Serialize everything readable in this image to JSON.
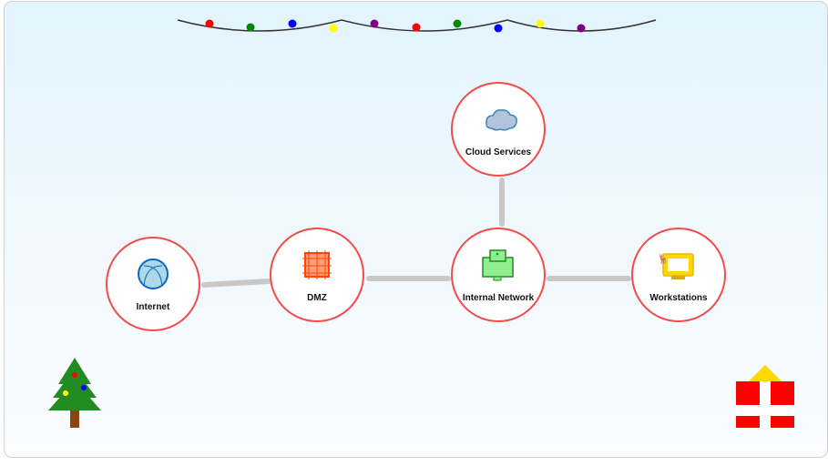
{
  "nodes": {
    "internet": {
      "label": "Internet"
    },
    "dmz": {
      "label": "DMZ"
    },
    "internal": {
      "label": "Internal Network"
    },
    "workstations": {
      "label": "Workstations"
    },
    "cloud": {
      "label": "Cloud Services"
    }
  },
  "colors": {
    "node_border": "#f44a4a",
    "link": "#c8c8c8"
  }
}
